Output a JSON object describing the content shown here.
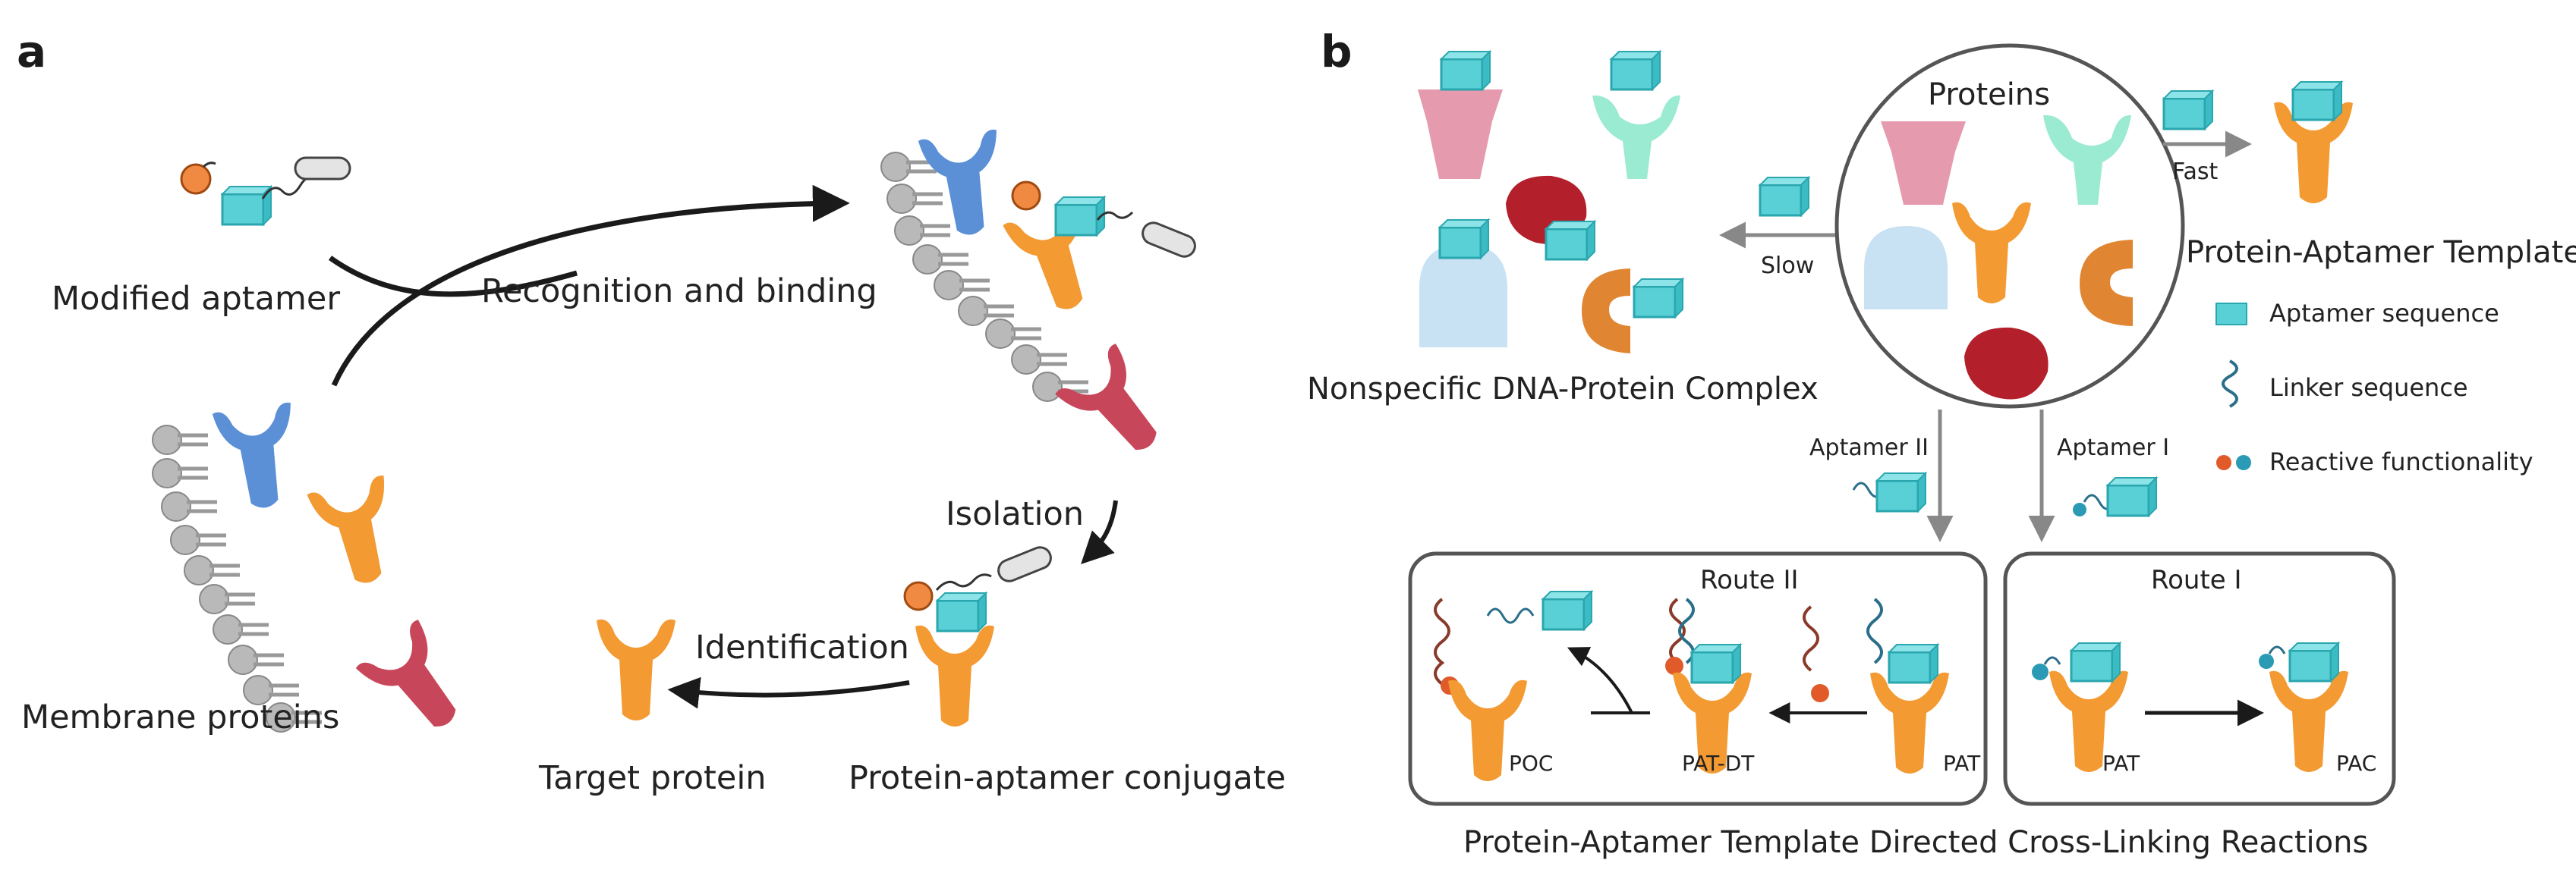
{
  "colors": {
    "blue": "#5b8fd6",
    "orange": "#f39a32",
    "red": "#c8465a",
    "teal": "#59d0d6",
    "gray": "#b3b3b3",
    "pink": "#e59aae",
    "mint": "#9bead2",
    "lightblue": "#c8e2f4",
    "brown": "#e08632",
    "darkred": "#b3202c",
    "frame": "#666666"
  },
  "panel_a": {
    "letter": "a",
    "modified_aptamer": "Modified aptamer",
    "recognition": "Recognition and binding",
    "isolation": "Isolation",
    "identification": "Identification",
    "membrane_proteins": "Membrane proteins",
    "target_protein": "Target protein",
    "conjugate": "Protein-aptamer conjugate"
  },
  "panel_b": {
    "letter": "b",
    "proteins": "Proteins",
    "fast": "Fast",
    "slow": "Slow",
    "template": "Protein-Aptamer Template",
    "nonspecific": "Nonspecific DNA-Protein Complex",
    "aptamer_ii": "Aptamer II",
    "aptamer_i": "Aptamer I",
    "legend": {
      "aptamer_sequence": "Aptamer sequence",
      "linker_sequence": "Linker sequence",
      "reactive_functionality": "Reactive functionality"
    },
    "route_ii": {
      "title": "Route II",
      "poc": "POC",
      "pat_dt": "PAT-DT",
      "pat": "PAT"
    },
    "route_i": {
      "title": "Route I",
      "pat": "PAT",
      "pac": "PAC"
    },
    "caption": "Protein-Aptamer Template Directed Cross-Linking Reactions"
  }
}
